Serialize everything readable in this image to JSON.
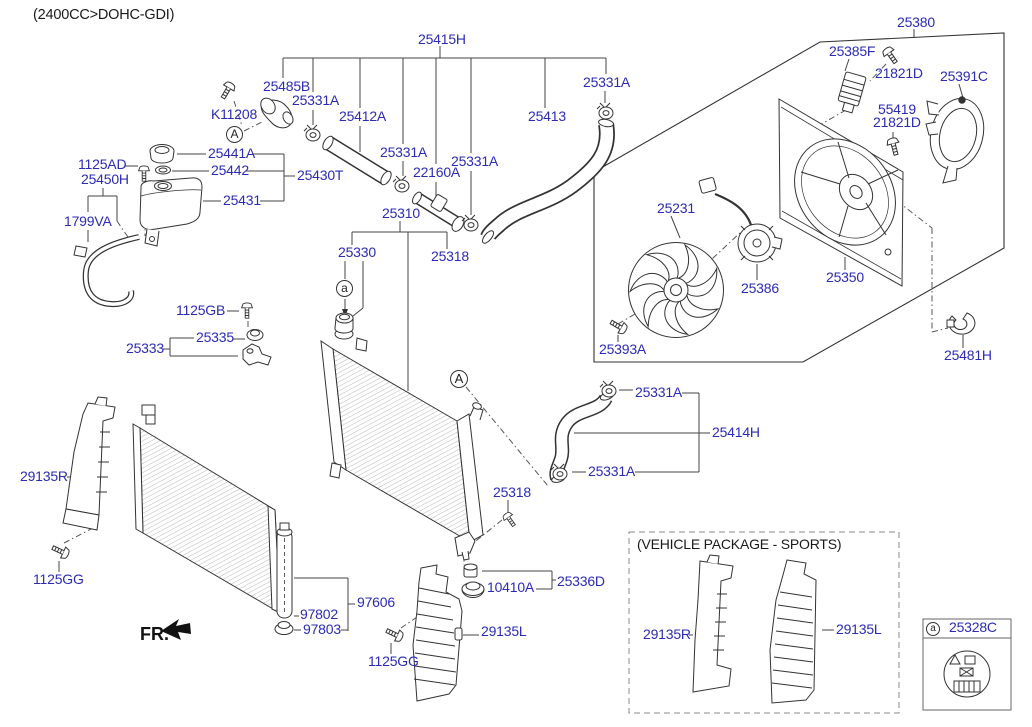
{
  "title": "(2400CC>DOHC-GDI)",
  "package_note": "(VEHICLE PACKAGE - SPORTS)",
  "direction": {
    "fr_label": "FR."
  },
  "refs": {
    "A": "A",
    "a": "a"
  },
  "legend": {
    "ref_letter": "a",
    "part_number": "25328C"
  },
  "labels": {
    "p25415H": "25415H",
    "p25331A": "25331A",
    "p25380": "25380",
    "p25385F": "25385F",
    "p21821D": "21821D",
    "p25391C": "25391C",
    "p55419": "55419",
    "p25485B": "25485B",
    "pK11208": "K11208",
    "p25412A": "25412A",
    "p22160A": "22160A",
    "p25413": "25413",
    "p1125AD": "1125AD",
    "p25450H": "25450H",
    "p25441A": "25441A",
    "p25442": "25442",
    "p25430T": "25430T",
    "p25431": "25431",
    "p1799VA": "1799VA",
    "p25310": "25310",
    "p25330": "25330",
    "p25318": "25318",
    "p25231": "25231",
    "p25386": "25386",
    "p25350": "25350",
    "p25393A": "25393A",
    "p25481H": "25481H",
    "p1125GB": "1125GB",
    "p25335": "25335",
    "p25333": "25333",
    "p25414H": "25414H",
    "p29135R": "29135R",
    "p1125GG": "1125GG",
    "p10410A": "10410A",
    "p25336D": "25336D",
    "p97606": "97606",
    "p97802": "97802",
    "p97803": "97803",
    "p29135L": "29135L",
    "p25328C": "25328C"
  },
  "colors": {
    "label_blue": "#2b2bb4",
    "line": "#3a3a3a",
    "background": "#ffffff"
  }
}
